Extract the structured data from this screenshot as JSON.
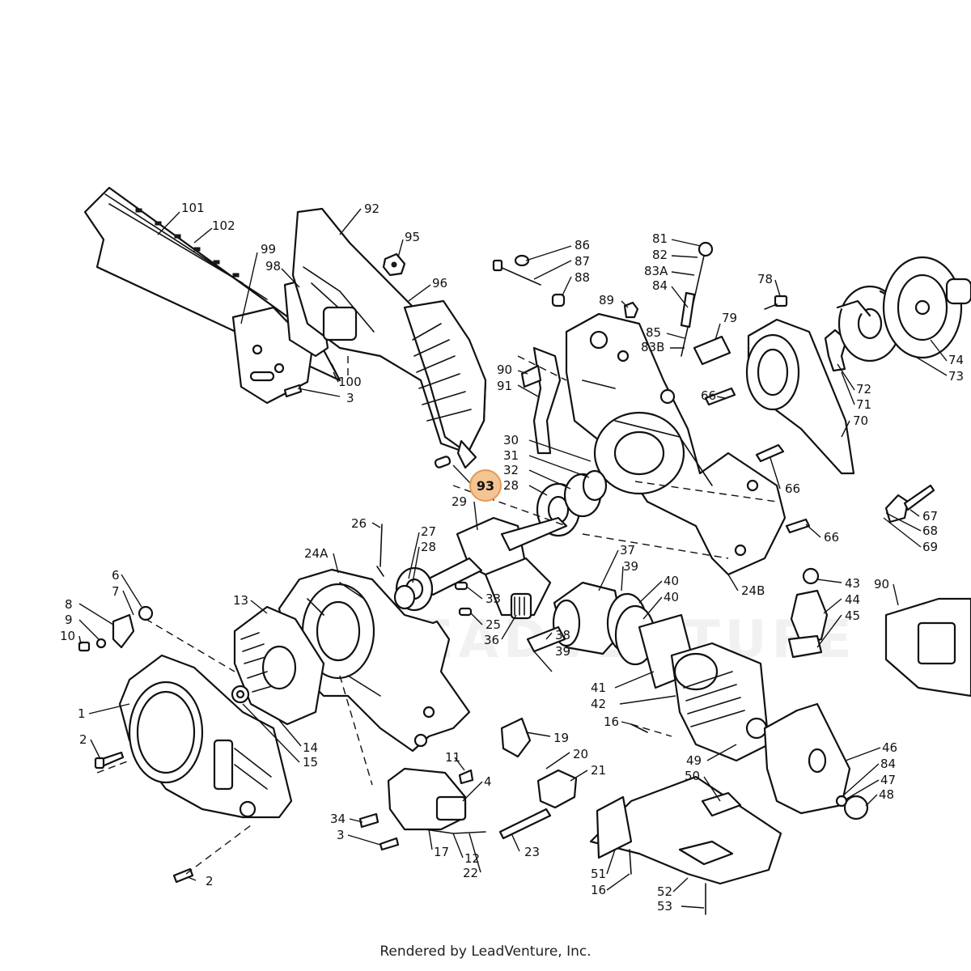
{
  "highlight_color": "#f3c592",
  "line_color": "#111111",
  "watermark": "LEADVENTURE",
  "footer": "Rendered by LeadVenture, Inc.",
  "callouts": [
    {
      "id": "c101",
      "label": "101"
    },
    {
      "id": "c102",
      "label": "102"
    },
    {
      "id": "c92",
      "label": "92"
    },
    {
      "id": "c95",
      "label": "95"
    },
    {
      "id": "c99",
      "label": "99"
    },
    {
      "id": "c98",
      "label": "98"
    },
    {
      "id": "c96",
      "label": "96"
    },
    {
      "id": "c100",
      "label": "100"
    },
    {
      "id": "c3a",
      "label": "3"
    },
    {
      "id": "c86",
      "label": "86"
    },
    {
      "id": "c87",
      "label": "87"
    },
    {
      "id": "c88",
      "label": "88"
    },
    {
      "id": "c89",
      "label": "89"
    },
    {
      "id": "c90a",
      "label": "90"
    },
    {
      "id": "c91",
      "label": "91"
    },
    {
      "id": "c81",
      "label": "81"
    },
    {
      "id": "c82",
      "label": "82"
    },
    {
      "id": "c83a",
      "label": "83A"
    },
    {
      "id": "c84a",
      "label": "84"
    },
    {
      "id": "c85",
      "label": "85"
    },
    {
      "id": "c83b",
      "label": "83B"
    },
    {
      "id": "c79",
      "label": "79"
    },
    {
      "id": "c78",
      "label": "78"
    },
    {
      "id": "c74",
      "label": "74"
    },
    {
      "id": "c73",
      "label": "73"
    },
    {
      "id": "c72",
      "label": "72"
    },
    {
      "id": "c71",
      "label": "71"
    },
    {
      "id": "c70",
      "label": "70"
    },
    {
      "id": "c66a",
      "label": "66"
    },
    {
      "id": "c66b",
      "label": "66"
    },
    {
      "id": "c66c",
      "label": "66"
    },
    {
      "id": "c67",
      "label": "67"
    },
    {
      "id": "c68",
      "label": "68"
    },
    {
      "id": "c69",
      "label": "69"
    },
    {
      "id": "c30",
      "label": "30"
    },
    {
      "id": "c31",
      "label": "31"
    },
    {
      "id": "c32",
      "label": "32"
    },
    {
      "id": "c28a",
      "label": "28"
    },
    {
      "id": "c29",
      "label": "29"
    },
    {
      "id": "c26",
      "label": "26"
    },
    {
      "id": "c27",
      "label": "27"
    },
    {
      "id": "c28b",
      "label": "28"
    },
    {
      "id": "c24a",
      "label": "24A"
    },
    {
      "id": "c24b",
      "label": "24B"
    },
    {
      "id": "c37",
      "label": "37"
    },
    {
      "id": "c39a",
      "label": "39"
    },
    {
      "id": "c40a",
      "label": "40"
    },
    {
      "id": "c40b",
      "label": "40"
    },
    {
      "id": "c43",
      "label": "43"
    },
    {
      "id": "c44",
      "label": "44"
    },
    {
      "id": "c45",
      "label": "45"
    },
    {
      "id": "c90b",
      "label": "90"
    },
    {
      "id": "c6",
      "label": "6"
    },
    {
      "id": "c7",
      "label": "7"
    },
    {
      "id": "c8",
      "label": "8"
    },
    {
      "id": "c9",
      "label": "9"
    },
    {
      "id": "c10",
      "label": "10"
    },
    {
      "id": "c13",
      "label": "13"
    },
    {
      "id": "c33",
      "label": "33"
    },
    {
      "id": "c25",
      "label": "25"
    },
    {
      "id": "c36",
      "label": "36"
    },
    {
      "id": "c38",
      "label": "38"
    },
    {
      "id": "c39b",
      "label": "39"
    },
    {
      "id": "c41",
      "label": "41"
    },
    {
      "id": "c42",
      "label": "42"
    },
    {
      "id": "c16a",
      "label": "16"
    },
    {
      "id": "c1",
      "label": "1"
    },
    {
      "id": "c2a",
      "label": "2"
    },
    {
      "id": "c14",
      "label": "14"
    },
    {
      "id": "c15",
      "label": "15"
    },
    {
      "id": "c19",
      "label": "19"
    },
    {
      "id": "c20",
      "label": "20"
    },
    {
      "id": "c21",
      "label": "21"
    },
    {
      "id": "c11",
      "label": "11"
    },
    {
      "id": "c4",
      "label": "4"
    },
    {
      "id": "c34",
      "label": "34"
    },
    {
      "id": "c3b",
      "label": "3"
    },
    {
      "id": "c17",
      "label": "17"
    },
    {
      "id": "c12",
      "label": "12"
    },
    {
      "id": "c22",
      "label": "22"
    },
    {
      "id": "c23",
      "label": "23"
    },
    {
      "id": "c2b",
      "label": "2"
    },
    {
      "id": "c49",
      "label": "49"
    },
    {
      "id": "c50",
      "label": "50"
    },
    {
      "id": "c46",
      "label": "46"
    },
    {
      "id": "c84b",
      "label": "84"
    },
    {
      "id": "c47",
      "label": "47"
    },
    {
      "id": "c48",
      "label": "48"
    },
    {
      "id": "c51",
      "label": "51"
    },
    {
      "id": "c16b",
      "label": "16"
    },
    {
      "id": "c52",
      "label": "52"
    },
    {
      "id": "c53",
      "label": "53"
    }
  ],
  "highlighted": {
    "id": "c93",
    "label": "93"
  }
}
